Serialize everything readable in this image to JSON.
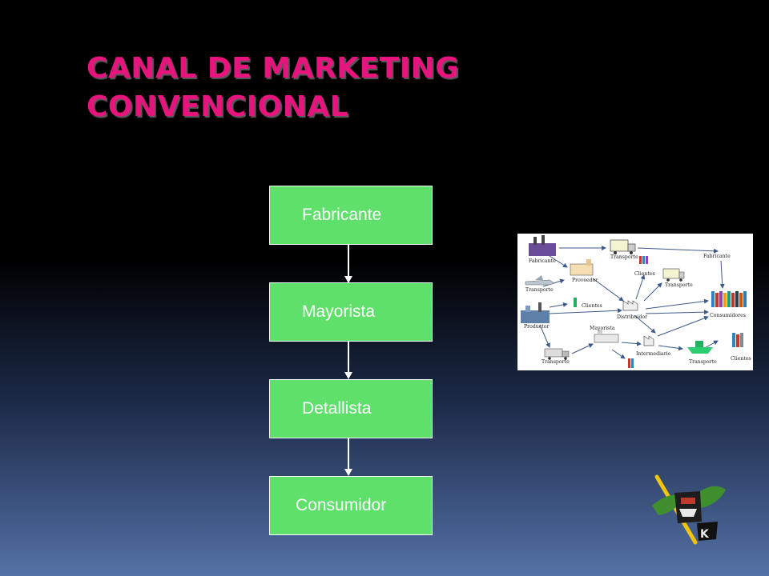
{
  "title": {
    "line1": "CANAL DE MARKETING",
    "line2": "CONVENCIONAL"
  },
  "flow": {
    "steps": [
      "Fabricante",
      "Mayorista",
      "Detallista",
      "Consumidor"
    ]
  },
  "network_diagram": {
    "labels": {
      "fabricante_left": "Fabricante",
      "transporte_top": "Transporte",
      "fabricante_right": "Fabricante",
      "transporte_left": "Transporte",
      "proveedor": "Proveedor",
      "clientes_top": "Clientes",
      "transporte_mid": "Transporte",
      "clientes_mid": "Clientes",
      "productor": "Productor",
      "distribuidor": "Distribuidor",
      "mayorista": "Mayorista",
      "consumidores": "Consumidores",
      "transporte_bottom_left": "Transporte",
      "intermediario": "Intermediario",
      "transporte_bottom_right": "Transporte",
      "clientes_bottom": "Clientes"
    }
  },
  "colors": {
    "title": "#e8147e",
    "box_fill": "#5ee06b",
    "box_border": "#ffffff",
    "arrow": "#ffffff"
  }
}
